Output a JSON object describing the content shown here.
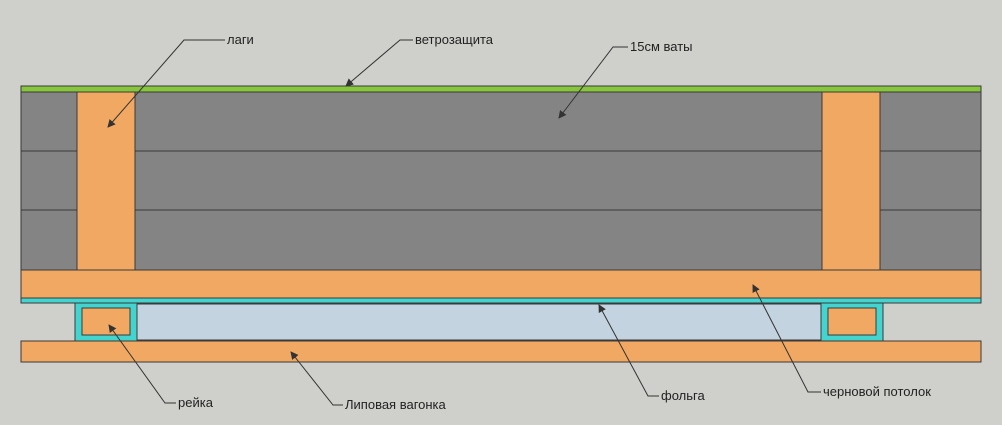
{
  "labels": {
    "joists": "лаги",
    "wind_barrier": "ветрозащита",
    "insulation": "15см ваты",
    "batten": "рейка",
    "lining": "Липовая вагонка",
    "foil": "фольга",
    "rough_ceiling": "черновой потолок"
  },
  "colors": {
    "background": "#cfd0cb",
    "wind_barrier": "#86c53c",
    "insulation": "#848484",
    "wood": "#f1a862",
    "foil": "#43d4cf",
    "air_gap": "#c3d3df",
    "outline": "#3a3a3a"
  },
  "icons": {
    "arrow": "leader-arrow"
  }
}
